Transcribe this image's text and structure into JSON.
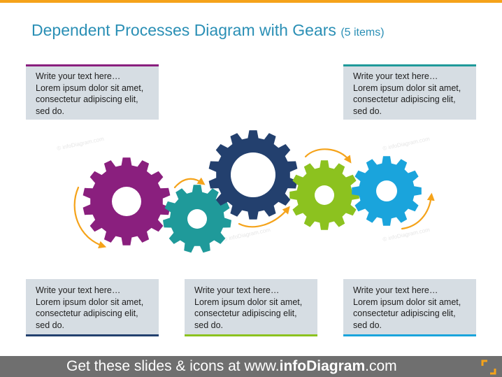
{
  "title": {
    "main": "Dependent Processes Diagram with Gears",
    "sub": "(5 items)"
  },
  "boxes": [
    {
      "position": "top-left",
      "accent": "#8a1f7e",
      "line1": "Write your text here…",
      "line2": "Lorem ipsum dolor sit amet,",
      "line3": "consectetur adipiscing elit,",
      "line4": "sed do."
    },
    {
      "position": "top-right",
      "accent": "#1f9a9a",
      "line1": "Write your text here…",
      "line2": "Lorem ipsum dolor sit amet,",
      "line3": "consectetur adipiscing elit,",
      "line4": "sed do."
    },
    {
      "position": "bottom-left",
      "accent": "#23406e",
      "line1": "Write your text here…",
      "line2": "Lorem ipsum dolor sit amet,",
      "line3": "consectetur adipiscing elit,",
      "line4": "sed do."
    },
    {
      "position": "bottom-center",
      "accent": "#8cc21f",
      "line1": "Write your text here…",
      "line2": "Lorem ipsum dolor sit amet,",
      "line3": "consectetur adipiscing elit,",
      "line4": "sed do."
    },
    {
      "position": "bottom-right",
      "accent": "#1aa4dc",
      "line1": "Write your text here…",
      "line2": "Lorem ipsum dolor sit amet,",
      "line3": "consectetur adipiscing elit,",
      "line4": "sed do."
    }
  ],
  "gears": [
    {
      "name": "gear-purple",
      "color": "#8a1f7e"
    },
    {
      "name": "gear-teal",
      "color": "#1f9a9a"
    },
    {
      "name": "gear-navy",
      "color": "#23406e"
    },
    {
      "name": "gear-green",
      "color": "#8cc21f"
    },
    {
      "name": "gear-blue",
      "color": "#1aa4dc"
    }
  ],
  "arrow_color": "#f5a31a",
  "watermark": "© infoDiagram.com",
  "footer": {
    "prefix": "Get these slides & icons at www.",
    "brand": "infoDiagram",
    "suffix": ".com"
  }
}
